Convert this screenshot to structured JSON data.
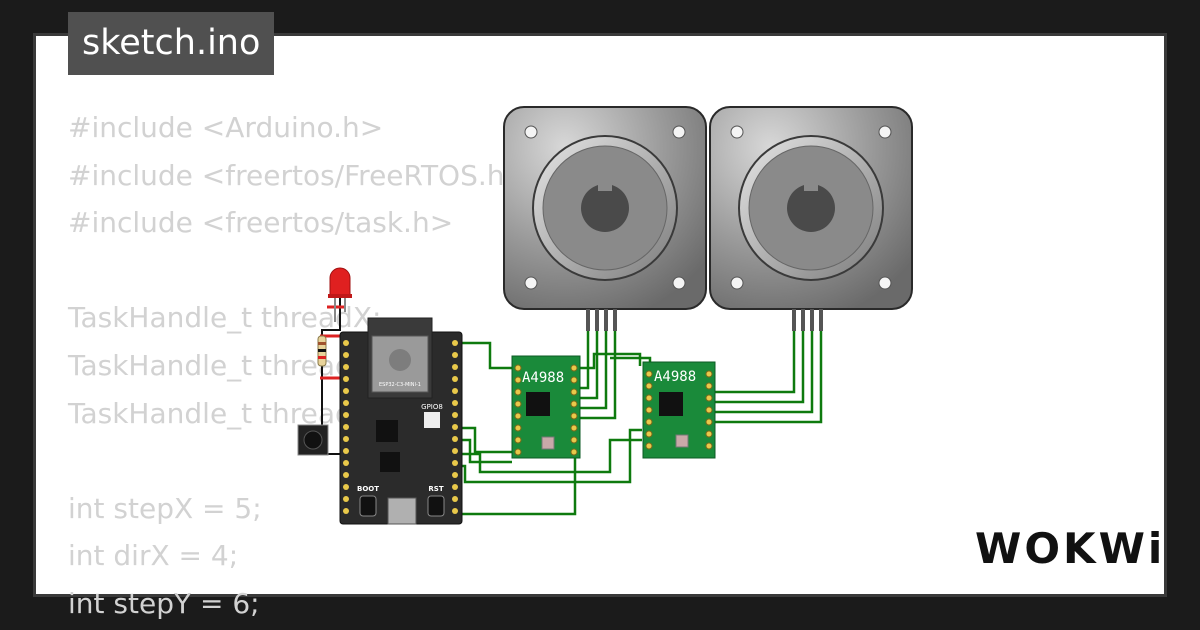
{
  "title": "sketch.ino",
  "code_lines": [
    "#include <Arduino.h>",
    "#include <freertos/FreeRTOS.h>",
    "#include <freertos/task.h>",
    "",
    "TaskHandle_t threadX;",
    "TaskHandle_t threadY;",
    "TaskHandle_t threadZ;",
    "",
    "int stepX = 5;",
    "int dirX = 4;",
    "int stepY = 6;"
  ],
  "board": {
    "module_label": "ESP32-C3-MINI-1",
    "gpio_label": "GPIO8",
    "boot_label": "BOOT",
    "rst_label": "RST"
  },
  "drivers": [
    {
      "label": "A4988"
    },
    {
      "label": "A4988"
    }
  ],
  "brand": "WOKWi",
  "colors": {
    "background": "#1b1b1b",
    "card": "#ffffff",
    "code_text": "#d2d2d2",
    "wire": "#0e7a0e",
    "driver_pcb": "#1a8a3a",
    "board": "#2b2b2b",
    "motor": "#8f8f8f",
    "led": "#e02020"
  }
}
